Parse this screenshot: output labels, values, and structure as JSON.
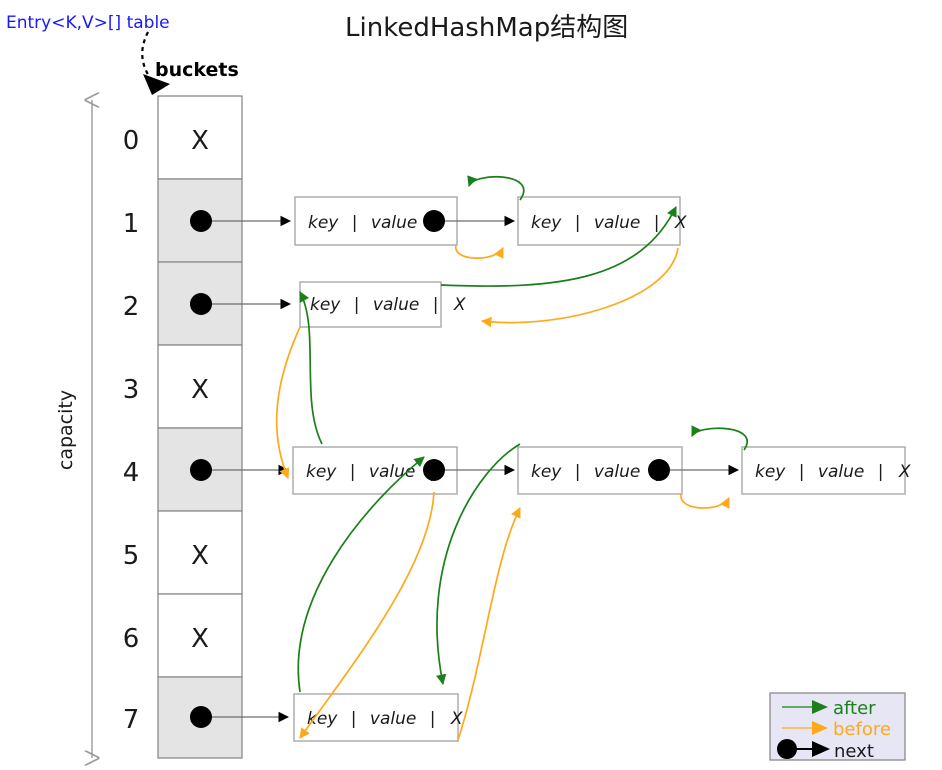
{
  "title": "LinkedHashMap结构图",
  "labels": {
    "table_ref": "Entry<K,V>[] table",
    "buckets": "buckets",
    "capacity": "capacity"
  },
  "colors": {
    "after": "#1b7f1b",
    "before": "#ffa91a",
    "next": "#000000",
    "table_ref_text": "#1818ff",
    "filled_cell": "#e4e4e4",
    "empty_cell": "#ffffff",
    "legend_bg": "#e6e6f5",
    "border": "#8a8a8a"
  },
  "table": {
    "capacity": 8,
    "cells": [
      {
        "index": "0",
        "state": "empty",
        "mark": "X"
      },
      {
        "index": "1",
        "state": "filled",
        "mark": "●"
      },
      {
        "index": "2",
        "state": "filled",
        "mark": "●"
      },
      {
        "index": "3",
        "state": "empty",
        "mark": "X"
      },
      {
        "index": "4",
        "state": "filled",
        "mark": "●"
      },
      {
        "index": "5",
        "state": "empty",
        "mark": "X"
      },
      {
        "index": "6",
        "state": "empty",
        "mark": "X"
      },
      {
        "index": "7",
        "state": "filled",
        "mark": "●"
      }
    ]
  },
  "chains": [
    {
      "bucket": "1",
      "nodes": [
        {
          "key": "key",
          "sep1": "|",
          "value": "value",
          "sep2": "|",
          "next": "●"
        },
        {
          "key": "key",
          "sep1": "|",
          "value": "value",
          "sep2": "|",
          "next": "X"
        }
      ]
    },
    {
      "bucket": "2",
      "nodes": [
        {
          "key": "key",
          "sep1": "|",
          "value": "value",
          "sep2": "|",
          "next": "X"
        }
      ]
    },
    {
      "bucket": "4",
      "nodes": [
        {
          "key": "key",
          "sep1": "|",
          "value": "value",
          "sep2": "|",
          "next": "●"
        },
        {
          "key": "key",
          "sep1": "|",
          "value": "value",
          "sep2": "|",
          "next": "●"
        },
        {
          "key": "key",
          "sep1": "|",
          "value": "value",
          "sep2": "|",
          "next": "X"
        }
      ]
    },
    {
      "bucket": "7",
      "nodes": [
        {
          "key": "key",
          "sep1": "|",
          "value": "value",
          "sep2": "|",
          "next": "X"
        }
      ]
    }
  ],
  "legend": {
    "items": [
      {
        "label": "after",
        "color": "#1b7f1b",
        "kind": "arrow"
      },
      {
        "label": "before",
        "color": "#ffa91a",
        "kind": "arrow"
      },
      {
        "label": "next",
        "color": "#000000",
        "kind": "dot-arrow"
      }
    ]
  }
}
